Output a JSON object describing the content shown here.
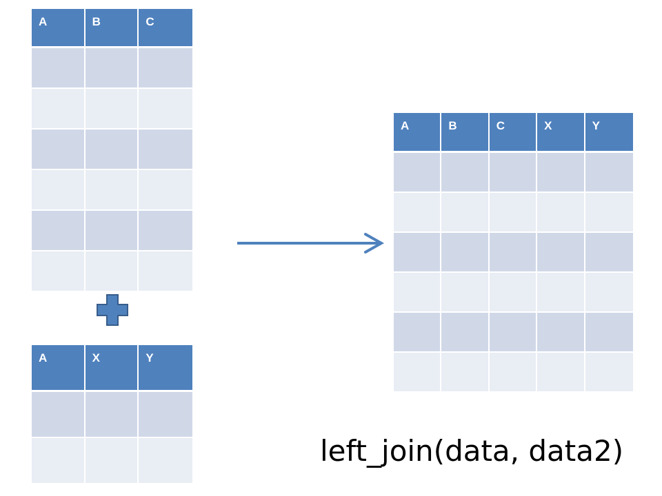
{
  "data_table": {
    "columns": [
      "A",
      "B",
      "C"
    ],
    "row_count": 6
  },
  "data2_table": {
    "columns": [
      "A",
      "X",
      "Y"
    ],
    "row_count": 2
  },
  "result_table": {
    "columns": [
      "A",
      "B",
      "C",
      "X",
      "Y"
    ],
    "row_count": 6
  },
  "plus_icon": "plus-icon",
  "arrow_icon": "right-arrow-icon",
  "caption": "left_join(data, data2)",
  "colors": {
    "header": "#4f81bd",
    "row_odd": "#d0d8e8",
    "row_even": "#e9edf4",
    "arrow": "#4f81bd"
  }
}
